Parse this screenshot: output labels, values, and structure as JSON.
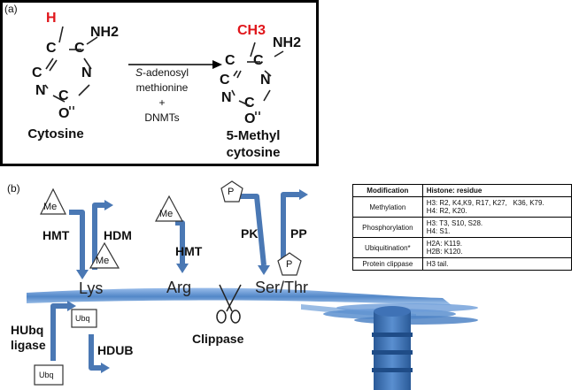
{
  "panel_a": {
    "label": "(a)",
    "cytosine": {
      "h": "H",
      "nh2": "NH2",
      "c1": "C",
      "c2": "C",
      "c3": "C",
      "c4": "C",
      "n1": "N",
      "n2": "N",
      "o": "O",
      "name": "Cytosine"
    },
    "methylcytosine": {
      "ch3": "CH3",
      "nh2": "NH2",
      "c1": "C",
      "c2": "C",
      "c3": "C",
      "c4": "C",
      "n1": "N",
      "n2": "N",
      "o": "O",
      "name_line1": "5-Methyl",
      "name_line2": "cytosine"
    },
    "reagent": {
      "prefix": "S",
      "line1": "-adenosyl",
      "line2": "methionine",
      "plus": "+",
      "line3": "DNMTs"
    }
  },
  "panel_b": {
    "label": "(b)",
    "enzymes": {
      "hmt1": "HMT",
      "hdm": "HDM",
      "hmt2": "HMT",
      "pk": "PK",
      "pp": "PP",
      "hubq_line1": "HUbq",
      "hubq_line2": "ligase",
      "hdub": "HDUB",
      "clippase": "Clippase"
    },
    "residues": {
      "lys": "Lys",
      "arg": "Arg",
      "serthr": "Ser/Thr"
    },
    "marks": {
      "me": "Me",
      "p": "P",
      "ubq": "Ubq"
    }
  },
  "table": {
    "headers": [
      "Modification",
      "Histone: residue"
    ],
    "rows": [
      {
        "mod": "Methylation",
        "lines": [
          "H3: R2, K4,K9, R17, K27,   K36, K79.",
          "H4: R2, K20."
        ]
      },
      {
        "mod": "Phosphorylation",
        "lines": [
          "H3: T3, S10, S28.",
          "H4: S1."
        ]
      },
      {
        "mod": "Ubiquitination*",
        "lines": [
          "H2A: K119.",
          "H2B: K120."
        ]
      },
      {
        "mod": "Protein clippase",
        "lines": [
          "H3 tail."
        ]
      }
    ]
  },
  "colors": {
    "arrow": "#4a78b4",
    "strand": "#3f7ac2",
    "accent_red": "#e0161b"
  }
}
